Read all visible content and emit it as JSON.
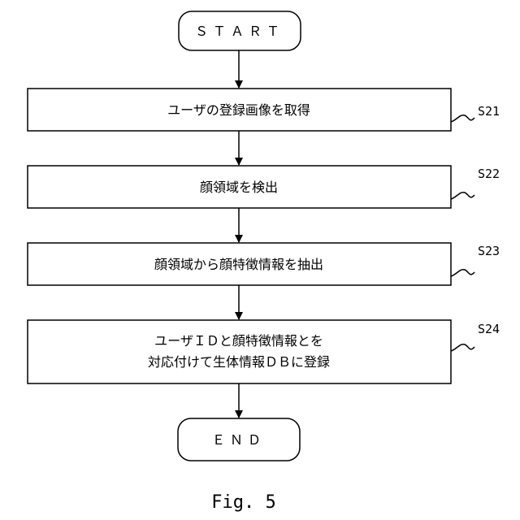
{
  "flowchart": {
    "start": "ＳＴＡＲＴ",
    "end": "ＥＮＤ",
    "steps": [
      {
        "id": "S21",
        "lines": [
          "ユーザの登録画像を取得"
        ]
      },
      {
        "id": "S22",
        "lines": [
          "顔領域を検出"
        ]
      },
      {
        "id": "S23",
        "lines": [
          "顔領域から顔特徴情報を抽出"
        ]
      },
      {
        "id": "S24",
        "lines": [
          "ユーザＩＤと顔特徴情報とを",
          "対応付けて生体情報ＤＢに登録"
        ]
      }
    ]
  },
  "caption": "Fig. 5"
}
